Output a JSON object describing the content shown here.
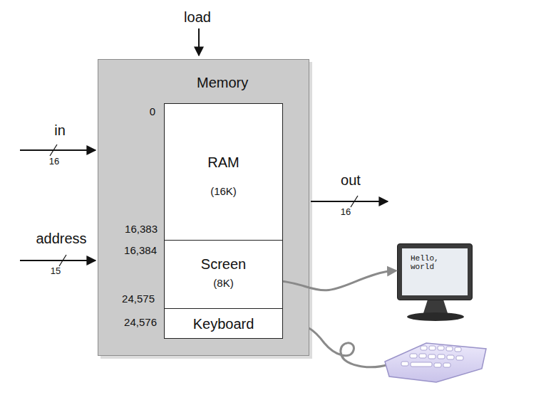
{
  "diagram": {
    "nodes": [
      {
        "text": [
          "Memory"
        ]
      },
      {
        "text": [
          "RAM",
          "(16K)"
        ],
        "in": 0
      },
      {
        "text": [
          "Screen",
          "(8K)"
        ],
        "in": 0
      },
      {
        "text": [
          "Keyboard"
        ],
        "in": 0
      },
      {
        "text": [
          "Hello, world"
        ]
      }
    ],
    "edges": [
      {
        "from": 2,
        "to": 4,
        "arrow": "to"
      }
    ],
    "labels": [
      "load",
      "in",
      "16",
      "address",
      "15",
      "out",
      "16",
      "0",
      "16,383",
      "16,384",
      "24,575",
      "24,576"
    ]
  }
}
